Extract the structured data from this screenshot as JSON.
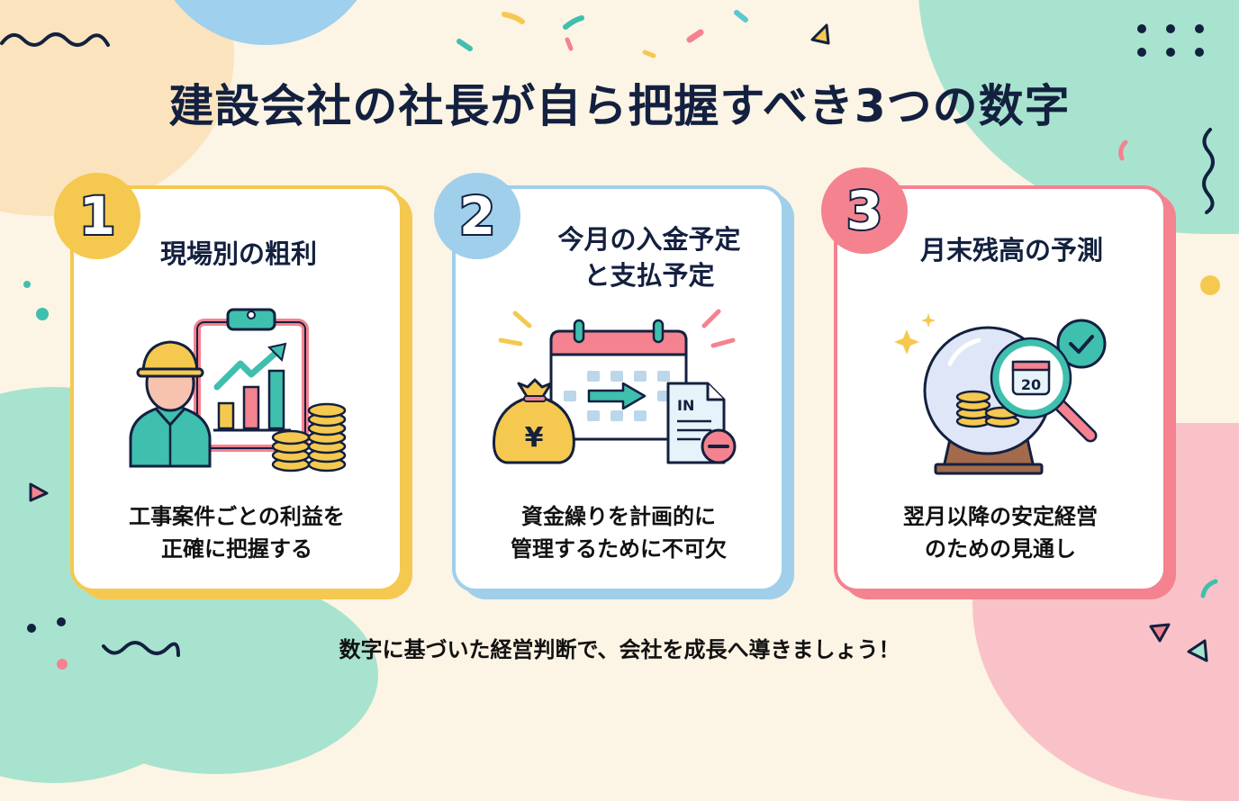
{
  "title": "建設会社の社長が自ら把握すべき3つの数字",
  "cards": [
    {
      "number": "1",
      "title": "現場別の粗利",
      "description_lines": [
        "工事案件ごとの利益を",
        "正確に把握する"
      ],
      "accent": "#f5c94f",
      "illustration": "worker-chart-coins-icon"
    },
    {
      "number": "2",
      "title_lines": [
        "今月の入金予定",
        "と支払予定"
      ],
      "description_lines": [
        "資金繰りを計画的に",
        "管理するために不可欠"
      ],
      "accent": "#9fcfea",
      "illustration": "calendar-moneybag-invoice-icon",
      "invoice_label": "IN",
      "yen_symbol": "¥"
    },
    {
      "number": "3",
      "title": "月末残高の予測",
      "description_lines": [
        "翌月以降の安定経営",
        "のための見通し"
      ],
      "accent": "#f4828f",
      "illustration": "crystal-ball-magnifier-icon",
      "calendar_day": "20"
    }
  ],
  "footer": "数字に基づいた経営判断で、会社を成長へ導きましょう！",
  "colors": {
    "background": "#fcf4e4",
    "navy": "#13203f",
    "yellow": "#f5c94f",
    "blue": "#9fcfea",
    "pink": "#f4828f",
    "mint": "#a8e3cf",
    "teal": "#3fbfae",
    "peach": "#fbe3bd"
  }
}
